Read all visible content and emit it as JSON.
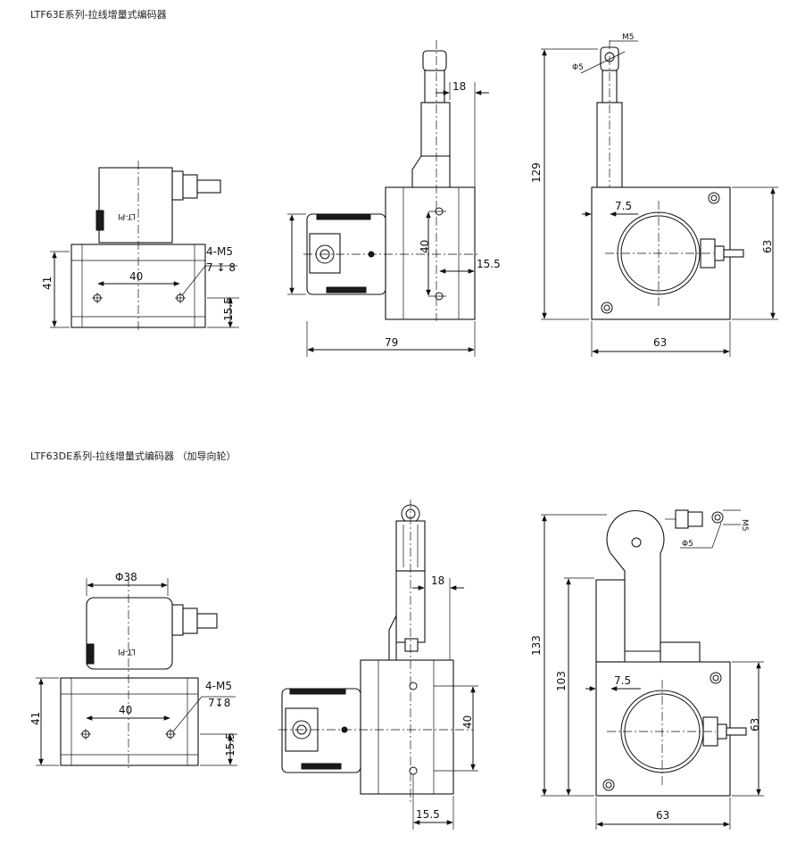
{
  "section_a": {
    "title": "LTF63E系列-拉线增量式编码器",
    "side": {
      "height": "41",
      "hole_spacing": "40",
      "hole_spec": "4-M5",
      "hole_depth": "7 ↧ 8",
      "hole_offset": "15.5"
    },
    "front": {
      "width_top": "18",
      "hole_spacing": "40",
      "offset": "15.5",
      "total": "79"
    },
    "end": {
      "height": "129",
      "thread": "M5",
      "diameter": "Φ5",
      "inset": "7.5",
      "size_h": "63",
      "size_w": "63"
    }
  },
  "section_b": {
    "title": "LTF63DE系列-拉线增量式编码器 （加导向轮）",
    "side": {
      "diameter": "Φ38",
      "height": "41",
      "hole_spacing": "40",
      "hole_spec": "4-M5",
      "hole_depth": "7↧8",
      "hole_offset": "15.5"
    },
    "front": {
      "width_top": "18",
      "hole_spacing": "40",
      "offset": "15.5"
    },
    "end": {
      "height_total": "133",
      "height_inner": "103",
      "inset": "7.5",
      "thread": "M5",
      "diameter": "Φ5",
      "size_h": "63",
      "size_w": "63"
    }
  }
}
